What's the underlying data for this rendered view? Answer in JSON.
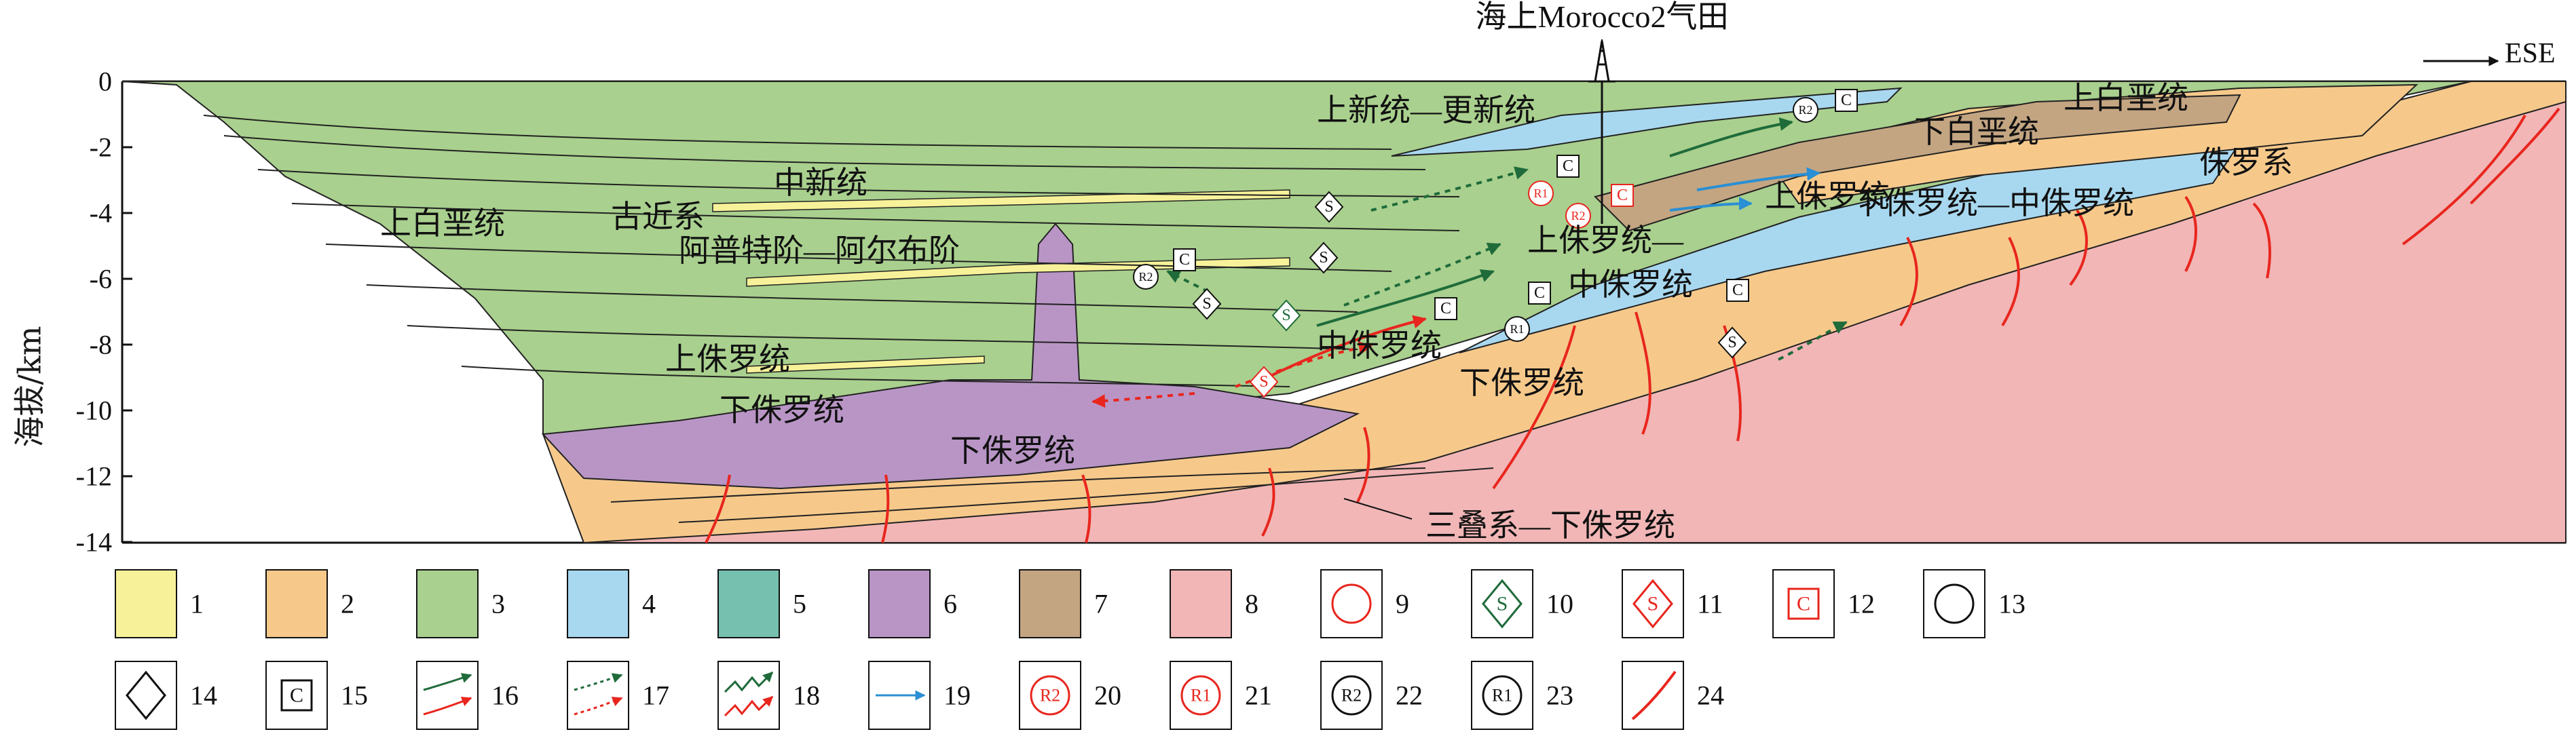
{
  "title": "海上Morocco2气田",
  "direction_label": "ESE",
  "y_axis": {
    "label": "海拔/km",
    "ticks": [
      "0",
      "-2",
      "-4",
      "-6",
      "-8",
      "-10",
      "-12",
      "-14"
    ]
  },
  "unit_labels": [
    "上新统—更新统",
    "上白垩统",
    "下白垩统",
    "侏罗系",
    "中新统",
    "古近系",
    "上白垩统",
    "上侏罗统",
    "阿普特阶—阿尔布阶",
    "下侏罗统—中侏罗统",
    "上侏罗统—",
    "中侏罗统",
    "上侏罗统",
    "中侏罗统",
    "下侏罗统",
    "下侏罗统",
    "下侏罗统",
    "三叠系—下侏罗统"
  ],
  "legend": [
    {
      "n": "1",
      "kind": "fill",
      "color": "#f7f29a"
    },
    {
      "n": "2",
      "kind": "fill",
      "color": "#f6c98b"
    },
    {
      "n": "3",
      "kind": "fill",
      "color": "#a9d08e"
    },
    {
      "n": "4",
      "kind": "fill",
      "color": "#a8d8ef"
    },
    {
      "n": "5",
      "kind": "fill",
      "color": "#76c0b0"
    },
    {
      "n": "6",
      "kind": "fill",
      "color": "#b995c6"
    },
    {
      "n": "7",
      "kind": "fill",
      "color": "#c4a582"
    },
    {
      "n": "8",
      "kind": "fill",
      "color": "#f2b6b6"
    },
    {
      "n": "9",
      "kind": "circle-red"
    },
    {
      "n": "10",
      "kind": "diamond-green",
      "text": "S"
    },
    {
      "n": "11",
      "kind": "diamond-red",
      "text": "S"
    },
    {
      "n": "12",
      "kind": "square-red",
      "text": "C"
    },
    {
      "n": "13",
      "kind": "circle-black"
    },
    {
      "n": "14",
      "kind": "diamond-black"
    },
    {
      "n": "15",
      "kind": "square-black",
      "text": "C"
    },
    {
      "n": "16",
      "kind": "arrow-solid-pair"
    },
    {
      "n": "17",
      "kind": "arrow-dotted-pair"
    },
    {
      "n": "18",
      "kind": "arrow-zigzag-pair"
    },
    {
      "n": "19",
      "kind": "arrow-blue"
    },
    {
      "n": "20",
      "kind": "circle-red-text",
      "text": "R2"
    },
    {
      "n": "21",
      "kind": "circle-red-text",
      "text": "R1"
    },
    {
      "n": "22",
      "kind": "circle-black-text",
      "text": "R2"
    },
    {
      "n": "23",
      "kind": "circle-black-text",
      "text": "R1"
    },
    {
      "n": "24",
      "kind": "fault"
    }
  ],
  "colors": {
    "sand": "#f7f29a",
    "orange": "#f6c98b",
    "green": "#a9d08e",
    "blue": "#a8d8ef",
    "teal": "#76c0b0",
    "purple": "#b995c6",
    "brown": "#c4a582",
    "pink": "#f2b6b6",
    "red": "#e8261e",
    "darkgreen": "#1f6b3a",
    "arrowblue": "#2a8fd4"
  }
}
